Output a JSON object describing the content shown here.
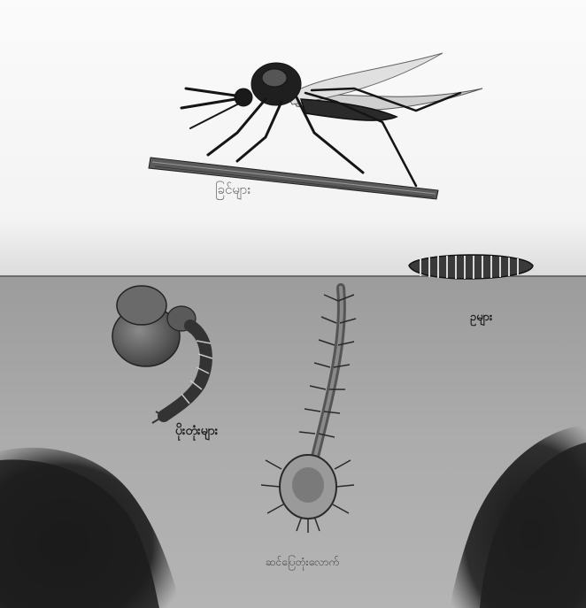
{
  "illustration": {
    "subject": "mosquito-life-cycle",
    "labels": {
      "adult": "ခြင်များ",
      "eggs": "ဥများ",
      "pupa": "ပိုးတုံးများ",
      "larva": "ဆင်ပြေတုံးလောက်"
    }
  },
  "colors": {
    "sky": "#f7f7f7",
    "water": "#a8a8a8",
    "water_deep": "#9a9a9a",
    "mud": "#1e1e1e",
    "ink": "#1a1a1a"
  },
  "icons": [
    "mosquito-adult-icon",
    "egg-raft-icon",
    "pupa-icon",
    "larva-icon",
    "twig-icon"
  ]
}
